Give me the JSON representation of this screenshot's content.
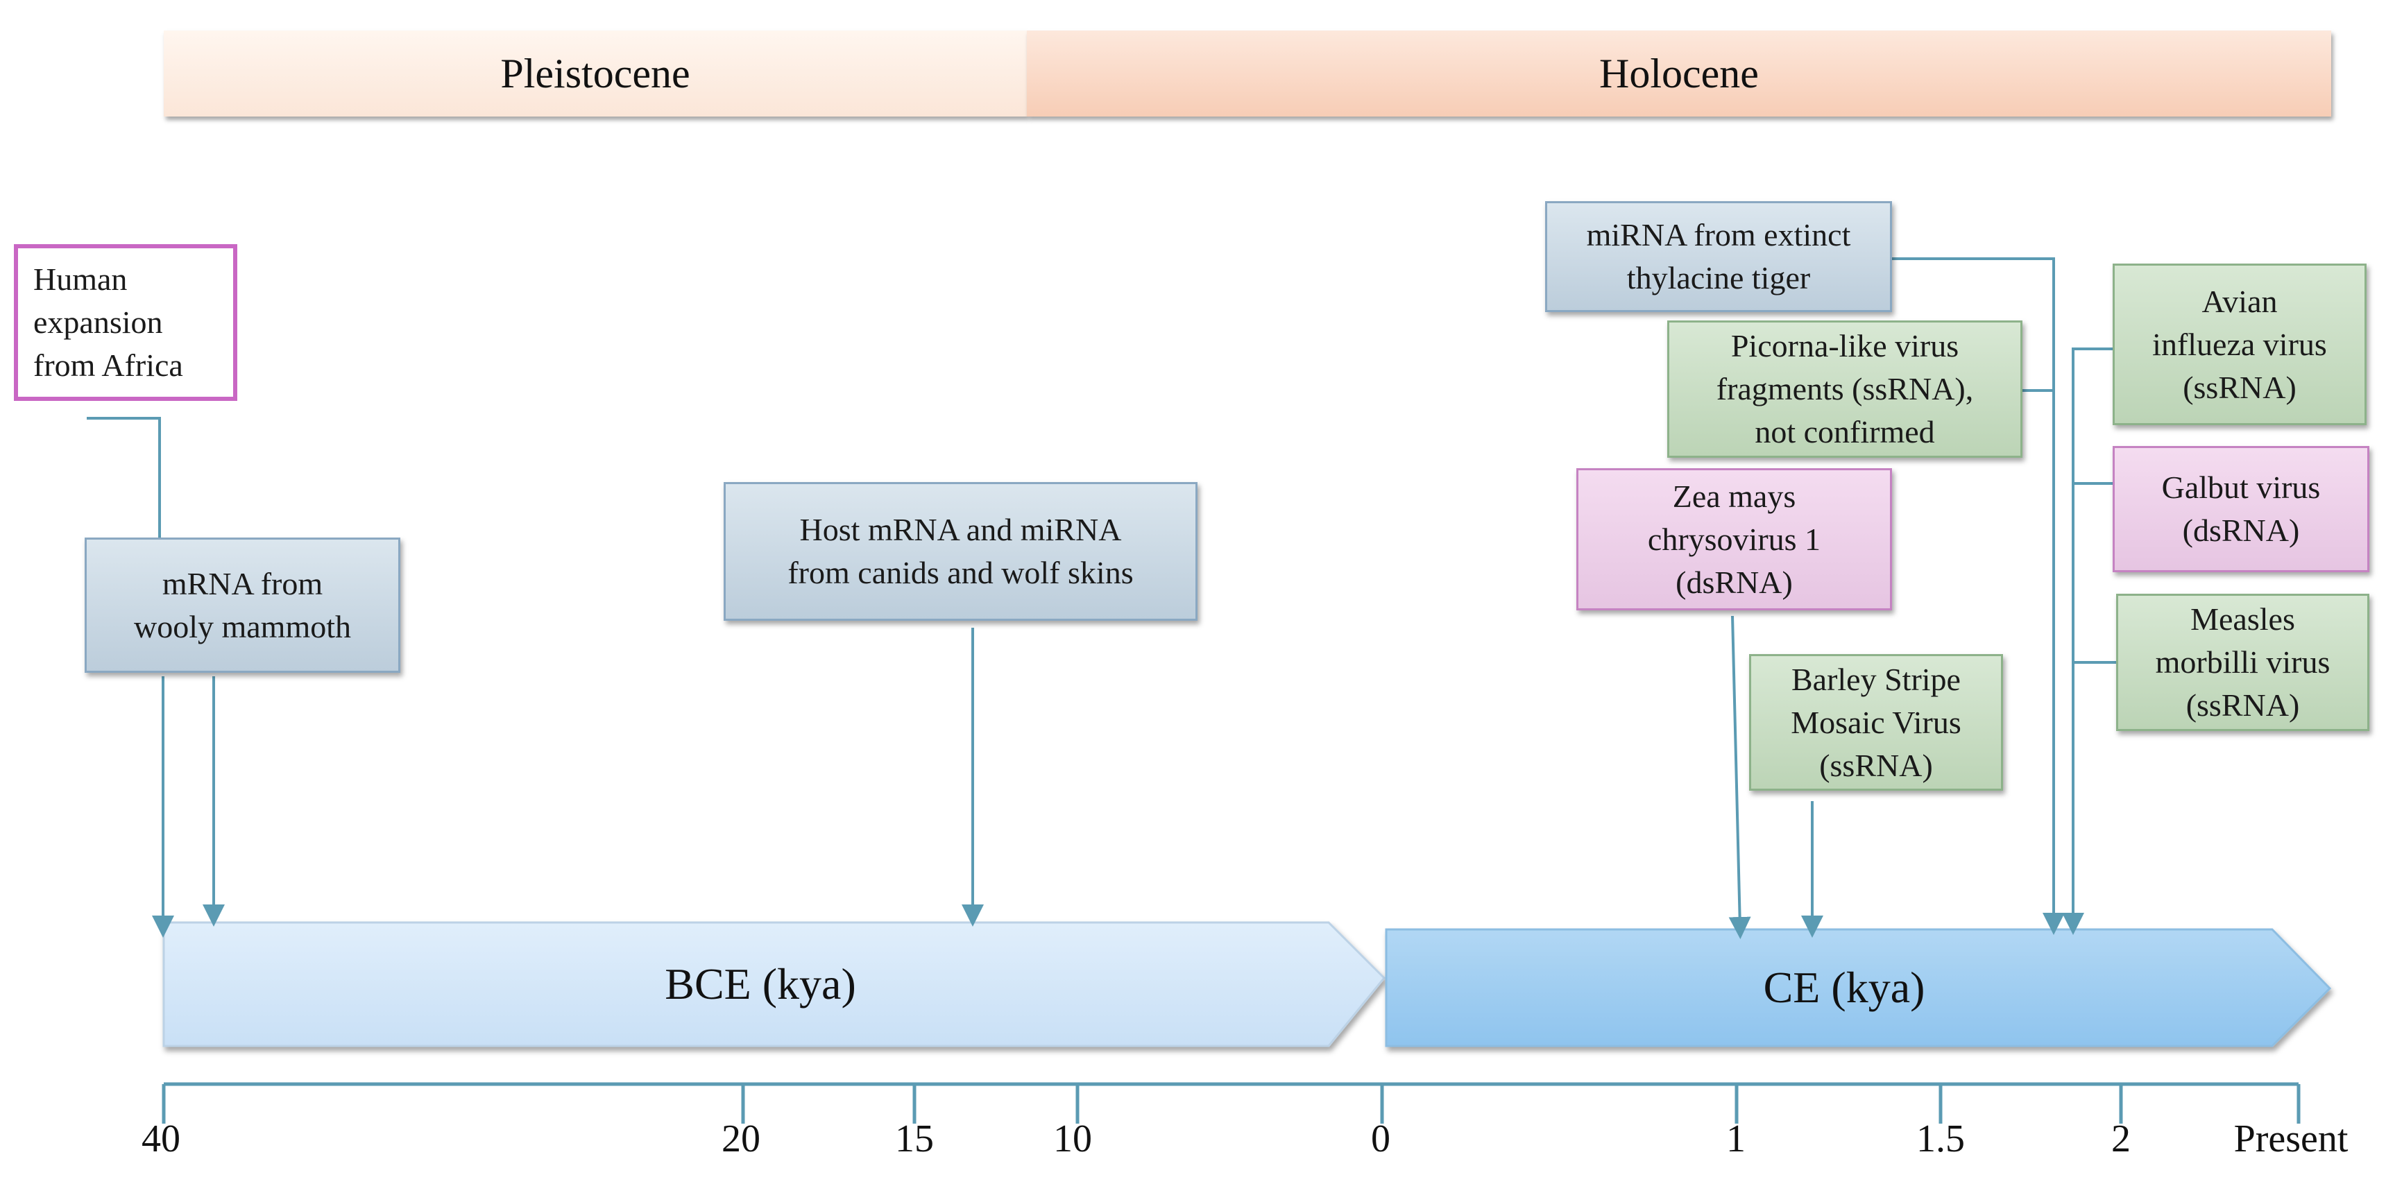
{
  "eras": {
    "pleistocene": "Pleistocene",
    "holocene": "Holocene"
  },
  "periods": {
    "bce": "BCE (kya)",
    "ce": "CE (kya)"
  },
  "ticks": [
    "40",
    "20",
    "15",
    "10",
    "0",
    "1",
    "1.5",
    "2",
    "Present"
  ],
  "events": {
    "human_expansion": "Human\nexpansion\nfrom Africa",
    "mammoth": "mRNA from\nwooly mammoth",
    "canids": "Host mRNA and miRNA\nfrom canids and wolf skins",
    "thylacine": "miRNA from extinct\nthylacine tiger",
    "picorna": "Picorna-like virus\nfragments (ssRNA),\nnot confirmed",
    "zea_mays": "Zea mays\nchrysovirus 1\n(dsRNA)",
    "barley": "Barley Stripe\nMosaic Virus\n(ssRNA)",
    "avian": "Avian\ninflueza virus\n(ssRNA)",
    "galbut": "Galbut virus\n(dsRNA)",
    "measles": "Measles\nmorbilli virus\n(ssRNA)"
  },
  "colors": {
    "blue_box": "#c9d7e3",
    "green_box": "#c8ddc3",
    "pink_box": "#ecd0e8",
    "outline_pink": "#c967c4",
    "connector": "#5b9bb3",
    "bce_arrow": "#d5e8f9",
    "ce_arrow": "#a3cff1"
  }
}
